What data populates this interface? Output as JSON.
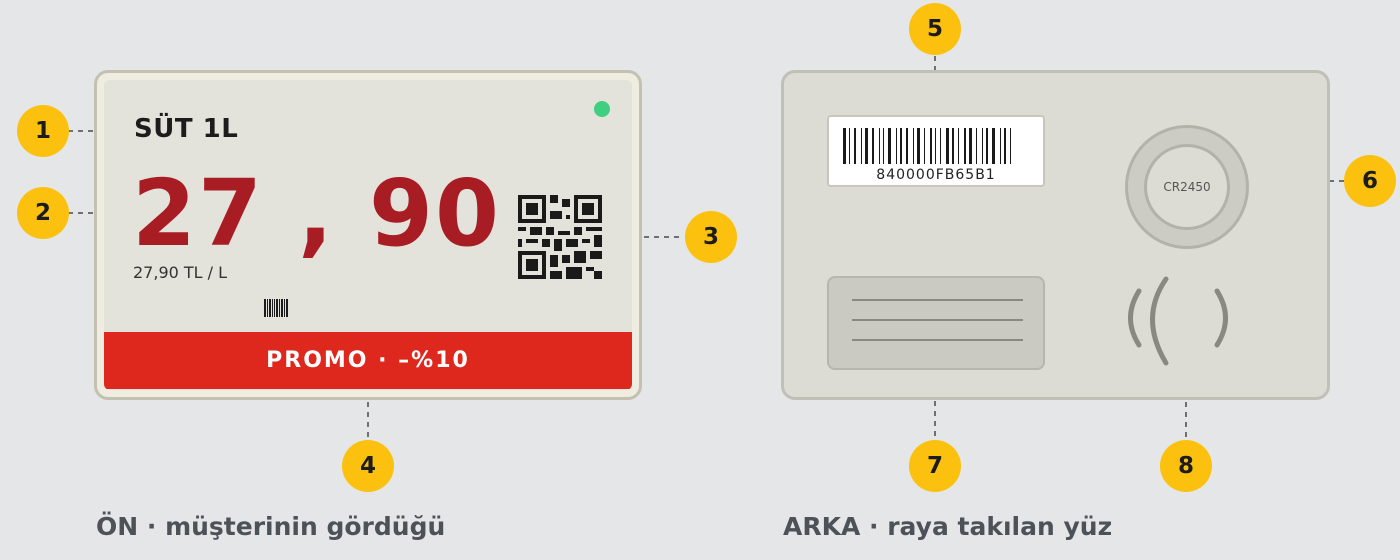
{
  "front": {
    "product_name": "SÜT 1L",
    "price": "27 , 90",
    "unit_price": "27,90 TL / L",
    "promo": "PROMO · –%10",
    "caption": "ÖN · müşterinin gördüğü",
    "led_color": "#3ecf80",
    "price_color": "#a81c24",
    "promo_color": "#de281e"
  },
  "back": {
    "barcode_code": "840000FB65B1",
    "battery_label": "CR2450",
    "caption": "ARKA · raya takılan yüz"
  },
  "callouts": [
    "1",
    "2",
    "3",
    "4",
    "5",
    "6",
    "7",
    "8"
  ],
  "badge_color": "#fbc10e"
}
